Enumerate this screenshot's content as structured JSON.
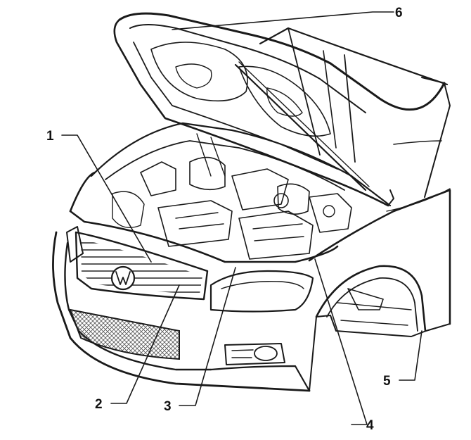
{
  "callouts": [
    {
      "id": "1",
      "label": "1"
    },
    {
      "id": "2",
      "label": "2"
    },
    {
      "id": "3",
      "label": "3"
    },
    {
      "id": "4",
      "label": "4"
    },
    {
      "id": "5",
      "label": "5"
    },
    {
      "id": "6",
      "label": "6"
    }
  ],
  "colors": {
    "ink": "#1a1a1a",
    "paper": "#ffffff",
    "grille": "#555555"
  }
}
